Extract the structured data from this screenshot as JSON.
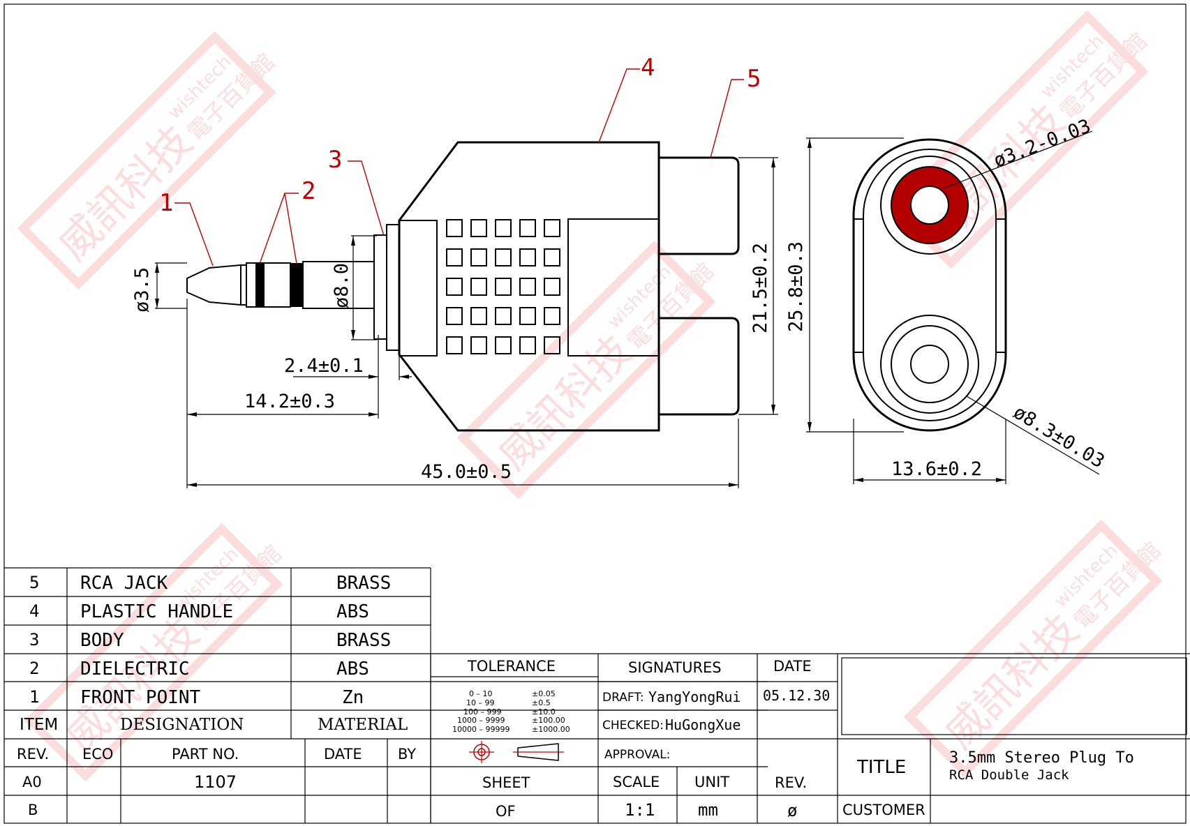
{
  "callouts": [
    "1",
    "2",
    "3",
    "4",
    "5"
  ],
  "dimensions": {
    "plug_dia": "ø3.5",
    "body_dia": "ø8.0",
    "flange": "2.4±0.1",
    "plug_len": "14.2±0.3",
    "total_len": "45.0±0.5",
    "jack_spacing": "21.5±0.2",
    "height": "25.8±0.3",
    "width": "13.6±0.2",
    "jack_inner": "ø3.2-0.03",
    "jack_outer": "ø8.3±0.03"
  },
  "bom": {
    "rows": [
      {
        "item": "5",
        "designation": "RCA  JACK",
        "material": "BRASS"
      },
      {
        "item": "4",
        "designation": "PLASTIC  HANDLE",
        "material": "ABS"
      },
      {
        "item": "3",
        "designation": "BODY",
        "material": "BRASS"
      },
      {
        "item": "2",
        "designation": "DIELECTRIC",
        "material": "ABS"
      },
      {
        "item": "1",
        "designation": "FRONT  POINT",
        "material": "Zn"
      }
    ],
    "header": {
      "item": "ITEM",
      "designation": "DESIGNATION",
      "material": "MATERIAL"
    }
  },
  "revision": {
    "headers": {
      "rev": "REV.",
      "eco": "ECO",
      "part_no": "PART NO.",
      "date": "DATE",
      "by": "BY"
    },
    "rows": [
      {
        "rev": "A0",
        "part_no": "1107"
      },
      {
        "rev": "B",
        "part_no": ""
      }
    ]
  },
  "tolerance": {
    "title": "TOLERANCE",
    "ranges": [
      "0  –  10",
      "10  –  99",
      "100  –  999",
      "1000  –  9999",
      "10000  –  99999"
    ],
    "values": [
      "±0.05",
      "±0.5",
      "±10.0",
      "±100.00",
      "±1000.00"
    ]
  },
  "signatures": {
    "title": "SIGNATURES",
    "date_header": "DATE",
    "draft_label": "DRAFT:",
    "draft_name": "YangYongRui",
    "draft_date": "05.12.30",
    "checked_label": "CHECKED:",
    "checked_name": "HuGongXue",
    "approval_label": "APPROVAL:"
  },
  "sheet": {
    "sheet_label": "SHEET",
    "of_label": "OF",
    "scale_label": "SCALE",
    "scale_value": "1:1",
    "unit_label": "UNIT",
    "unit_value": "mm",
    "rev_label": "REV.",
    "rev_value": "ø"
  },
  "title_block": {
    "title_label": "TITLE",
    "title_line1": "3.5mm  Stereo  Plug  To",
    "title_line2": "RCA  Double  Jack",
    "customer_label": "CUSTOMER"
  },
  "watermark": {
    "cn": "威訊科技",
    "en": "wishtech",
    "cn2": "電子百貨館"
  },
  "colors": {
    "jack_red": "#b30000",
    "watermark": "#e8282d",
    "leader": "#c00000"
  }
}
